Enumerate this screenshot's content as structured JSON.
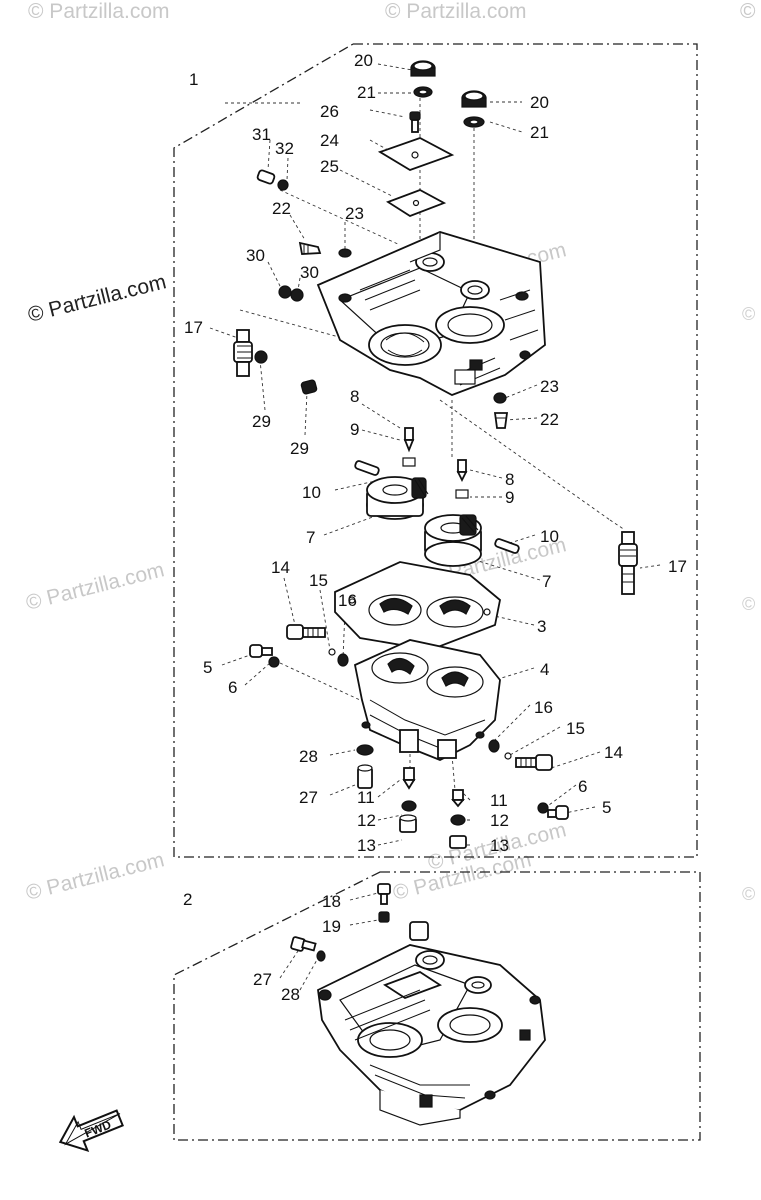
{
  "watermark": {
    "text": "© Partzilla.com"
  },
  "assemblies": [
    {
      "id": "1",
      "label": "1"
    },
    {
      "id": "2",
      "label": "2"
    }
  ],
  "callouts": {
    "c20a": "20",
    "c21a": "21",
    "c20b": "20",
    "c21b": "21",
    "c26": "26",
    "c24": "24",
    "c31": "31",
    "c32": "32",
    "c25": "25",
    "c22a": "22",
    "c23a": "23",
    "c30a": "30",
    "c30b": "30",
    "c17a": "17",
    "c23b": "23",
    "c22b": "22",
    "c8a": "8",
    "c29a": "29",
    "c29b": "29",
    "c9a": "9",
    "c8b": "8",
    "c10a": "10",
    "c9b": "9",
    "c10b": "10",
    "c7a": "7",
    "c17b": "17",
    "c7b": "7",
    "c14a": "14",
    "c15a": "15",
    "c16a": "16",
    "c3": "3",
    "c5a": "5",
    "c4": "4",
    "c6a": "6",
    "c16b": "16",
    "c15b": "15",
    "c14b": "14",
    "c28a": "28",
    "c27a": "27",
    "c11a": "11",
    "c6b": "6",
    "c5b": "5",
    "c11b": "11",
    "c12a": "12",
    "c12b": "12",
    "c13a": "13",
    "c13b": "13",
    "c18": "18",
    "c19": "19",
    "c27b": "27",
    "c28b": "28"
  },
  "direction_badge": {
    "label": "FWD"
  }
}
